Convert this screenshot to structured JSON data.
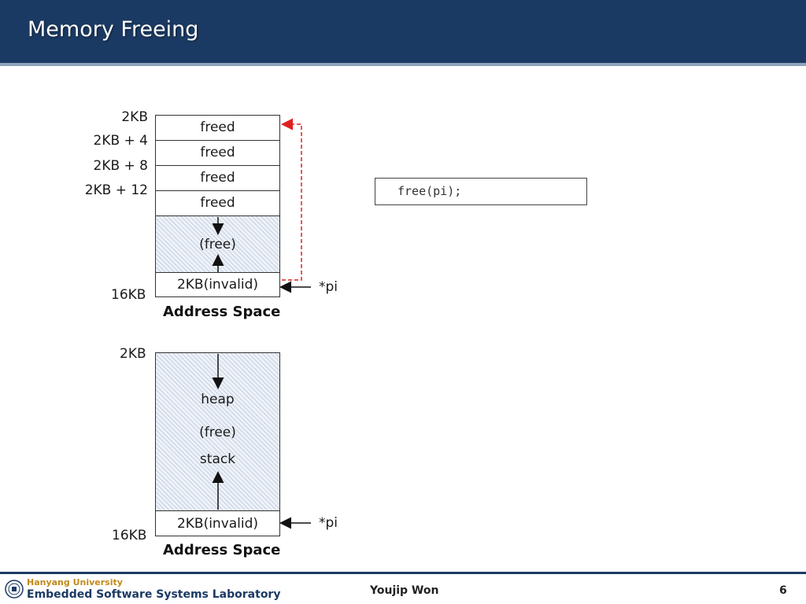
{
  "header": {
    "title": "Memory Freeing"
  },
  "top_space": {
    "left_labels": [
      "2KB",
      "2KB + 4",
      "2KB + 8",
      "2KB + 12"
    ],
    "bottom_label": "16KB",
    "cells": [
      "freed",
      "freed",
      "freed",
      "freed"
    ],
    "free_label": "(free)",
    "invalid_label": "2KB(invalid)",
    "pointer_label": "*pi",
    "caption": "Address Space"
  },
  "bottom_space": {
    "top_label": "2KB",
    "bottom_label": "16KB",
    "heap_label": "heap",
    "free_label": "(free)",
    "stack_label": "stack",
    "invalid_label": "2KB(invalid)",
    "pointer_label": "*pi",
    "caption": "Address Space"
  },
  "code": {
    "text": "free(pi);"
  },
  "footer": {
    "university": "Hanyang University",
    "lab": "Embedded Software Systems Laboratory",
    "author": "Youjip Won",
    "page": "6"
  },
  "colors": {
    "header": "#1b3a63",
    "arrow_red": "#e02020"
  }
}
